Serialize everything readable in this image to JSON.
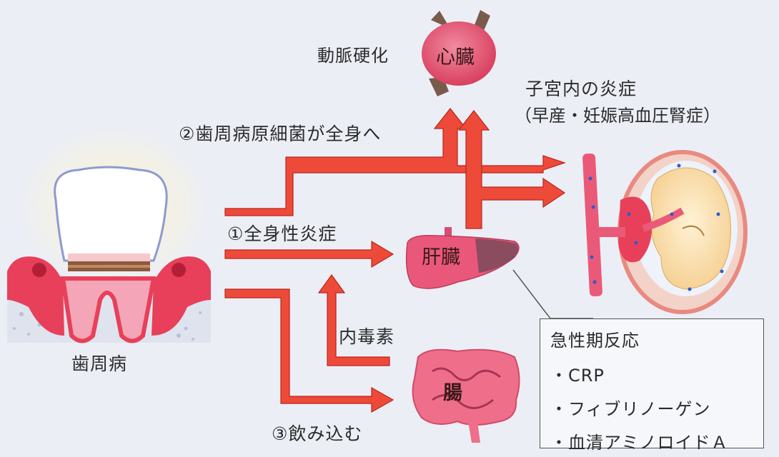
{
  "labels": {
    "arteriosclerosis": "動脈硬化",
    "heart": "心臓",
    "uterine_inflammation": "子宮内の炎症",
    "uterine_detail": "（早産・妊娠高血圧腎症）",
    "pathway_2": "②歯周病原細菌が全身へ",
    "pathway_1": "①全身性炎症",
    "liver": "肝臓",
    "endotoxin": "内毒素",
    "intestine": "腸",
    "pathway_3": "③飲み込む",
    "periodontitis": "歯周病"
  },
  "callout": {
    "title": "急性期反応",
    "items": [
      "・CRP",
      "・フィブリノーゲン",
      "・血清アミノロイドＡ"
    ]
  },
  "colors": {
    "arrow": "#ee4a3a",
    "arrow_outline": "#b8251a",
    "organ_pink": "#e9587a",
    "gum_red": "#e8405a",
    "liver_dark": "#7a4a5a",
    "background": "#eceef6"
  }
}
